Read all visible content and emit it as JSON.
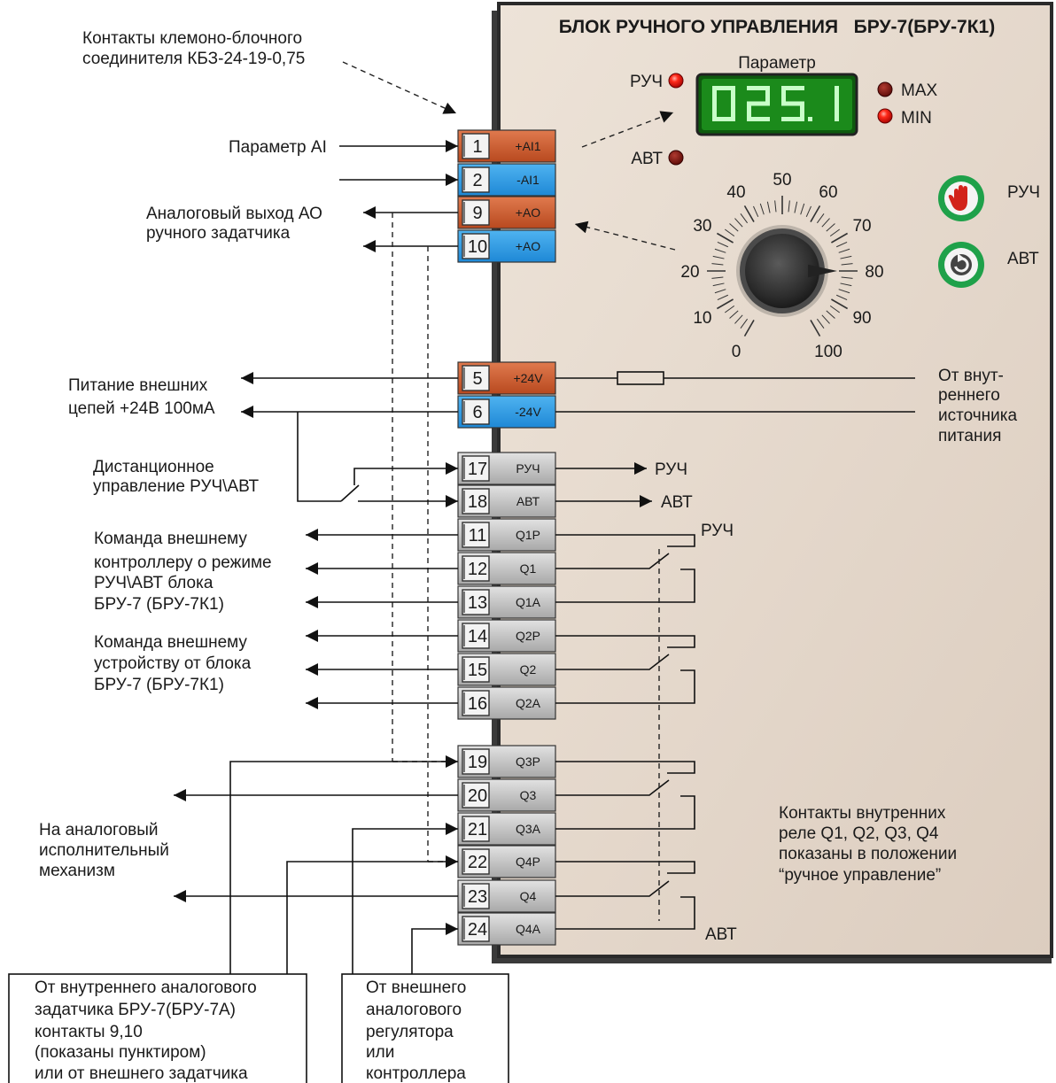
{
  "panel": {
    "title": "БЛОК РУЧНОГО УПРАВЛЕНИЯ   БРУ-7(БРУ-7К1)",
    "display_title": "Параметр",
    "display_value": "025.1",
    "led_manual": "РУЧ",
    "led_auto": "АВТ",
    "led_max": "MAX",
    "led_min": "MIN",
    "btn_manual": "РУЧ",
    "btn_auto": "АВТ",
    "power_note": [
      "От внут-",
      "реннего",
      "источника",
      "питания"
    ],
    "relay_note": [
      "Контакты внутренних",
      "реле Q1, Q2, Q3, Q4",
      "показаны в положении",
      "“ручное управление”"
    ],
    "relay_top": "РУЧ",
    "relay_bottom": "АВТ",
    "out_manual": "РУЧ",
    "out_auto": "АВТ"
  },
  "dial": {
    "labels": [
      "0",
      "10",
      "20",
      "30",
      "40",
      "50",
      "60",
      "70",
      "80",
      "90",
      "100"
    ],
    "position": 80
  },
  "terminals": [
    {
      "num": "1",
      "name": "+AI1",
      "kind": "orange"
    },
    {
      "num": "2",
      "name": "-AI1",
      "kind": "blue"
    },
    {
      "num": "9",
      "name": "+AO",
      "kind": "orange"
    },
    {
      "num": "10",
      "name": "+AO",
      "kind": "blue"
    },
    {
      "num": "5",
      "name": "+24V",
      "kind": "orange"
    },
    {
      "num": "6",
      "name": "-24V",
      "kind": "blue"
    },
    {
      "num": "17",
      "name": "РУЧ",
      "kind": "gray"
    },
    {
      "num": "18",
      "name": "АВТ",
      "kind": "gray"
    },
    {
      "num": "11",
      "name": "Q1P",
      "kind": "gray"
    },
    {
      "num": "12",
      "name": "Q1",
      "kind": "gray"
    },
    {
      "num": "13",
      "name": "Q1A",
      "kind": "gray"
    },
    {
      "num": "14",
      "name": "Q2P",
      "kind": "gray"
    },
    {
      "num": "15",
      "name": "Q2",
      "kind": "gray"
    },
    {
      "num": "16",
      "name": "Q2A",
      "kind": "gray"
    },
    {
      "num": "19",
      "name": "Q3P",
      "kind": "gray"
    },
    {
      "num": "20",
      "name": "Q3",
      "kind": "gray"
    },
    {
      "num": "21",
      "name": "Q3A",
      "kind": "gray"
    },
    {
      "num": "22",
      "name": "Q4P",
      "kind": "gray"
    },
    {
      "num": "23",
      "name": "Q4",
      "kind": "gray"
    },
    {
      "num": "24",
      "name": "Q4A",
      "kind": "gray"
    }
  ],
  "labels": {
    "connector": [
      "Контакты клемоно-блочного",
      "соединителя КБЗ-24-19-0,75"
    ],
    "param_ai": "Параметр AI",
    "analog_out": [
      "Аналоговый выход АО",
      "ручного задатчика"
    ],
    "power_ext": [
      "Питание внешних",
      "цепей +24В 100мА"
    ],
    "remote": [
      "Дистанционное",
      "управление РУЧ\\АВТ"
    ],
    "cmd_controller": [
      "Команда внешнему",
      "контроллеру о режиме",
      "РУЧ\\АВТ блока",
      "БРУ-7 (БРУ-7К1)"
    ],
    "cmd_device": [
      "Команда внешнему",
      "устройству от блока",
      "БРУ-7 (БРУ-7К1)"
    ],
    "actuator": [
      "На аналоговый",
      "исполнительный",
      "механизм"
    ],
    "box_internal": [
      "От внутреннего аналогового",
      "задатчика БРУ-7(БРУ-7А)",
      "контакты 9,10",
      "(показаны пунктиром)",
      "или от внешнего задатчика"
    ],
    "box_external": [
      "От внешнего",
      "аналогового",
      "регулятора",
      "или",
      "контроллера"
    ]
  }
}
